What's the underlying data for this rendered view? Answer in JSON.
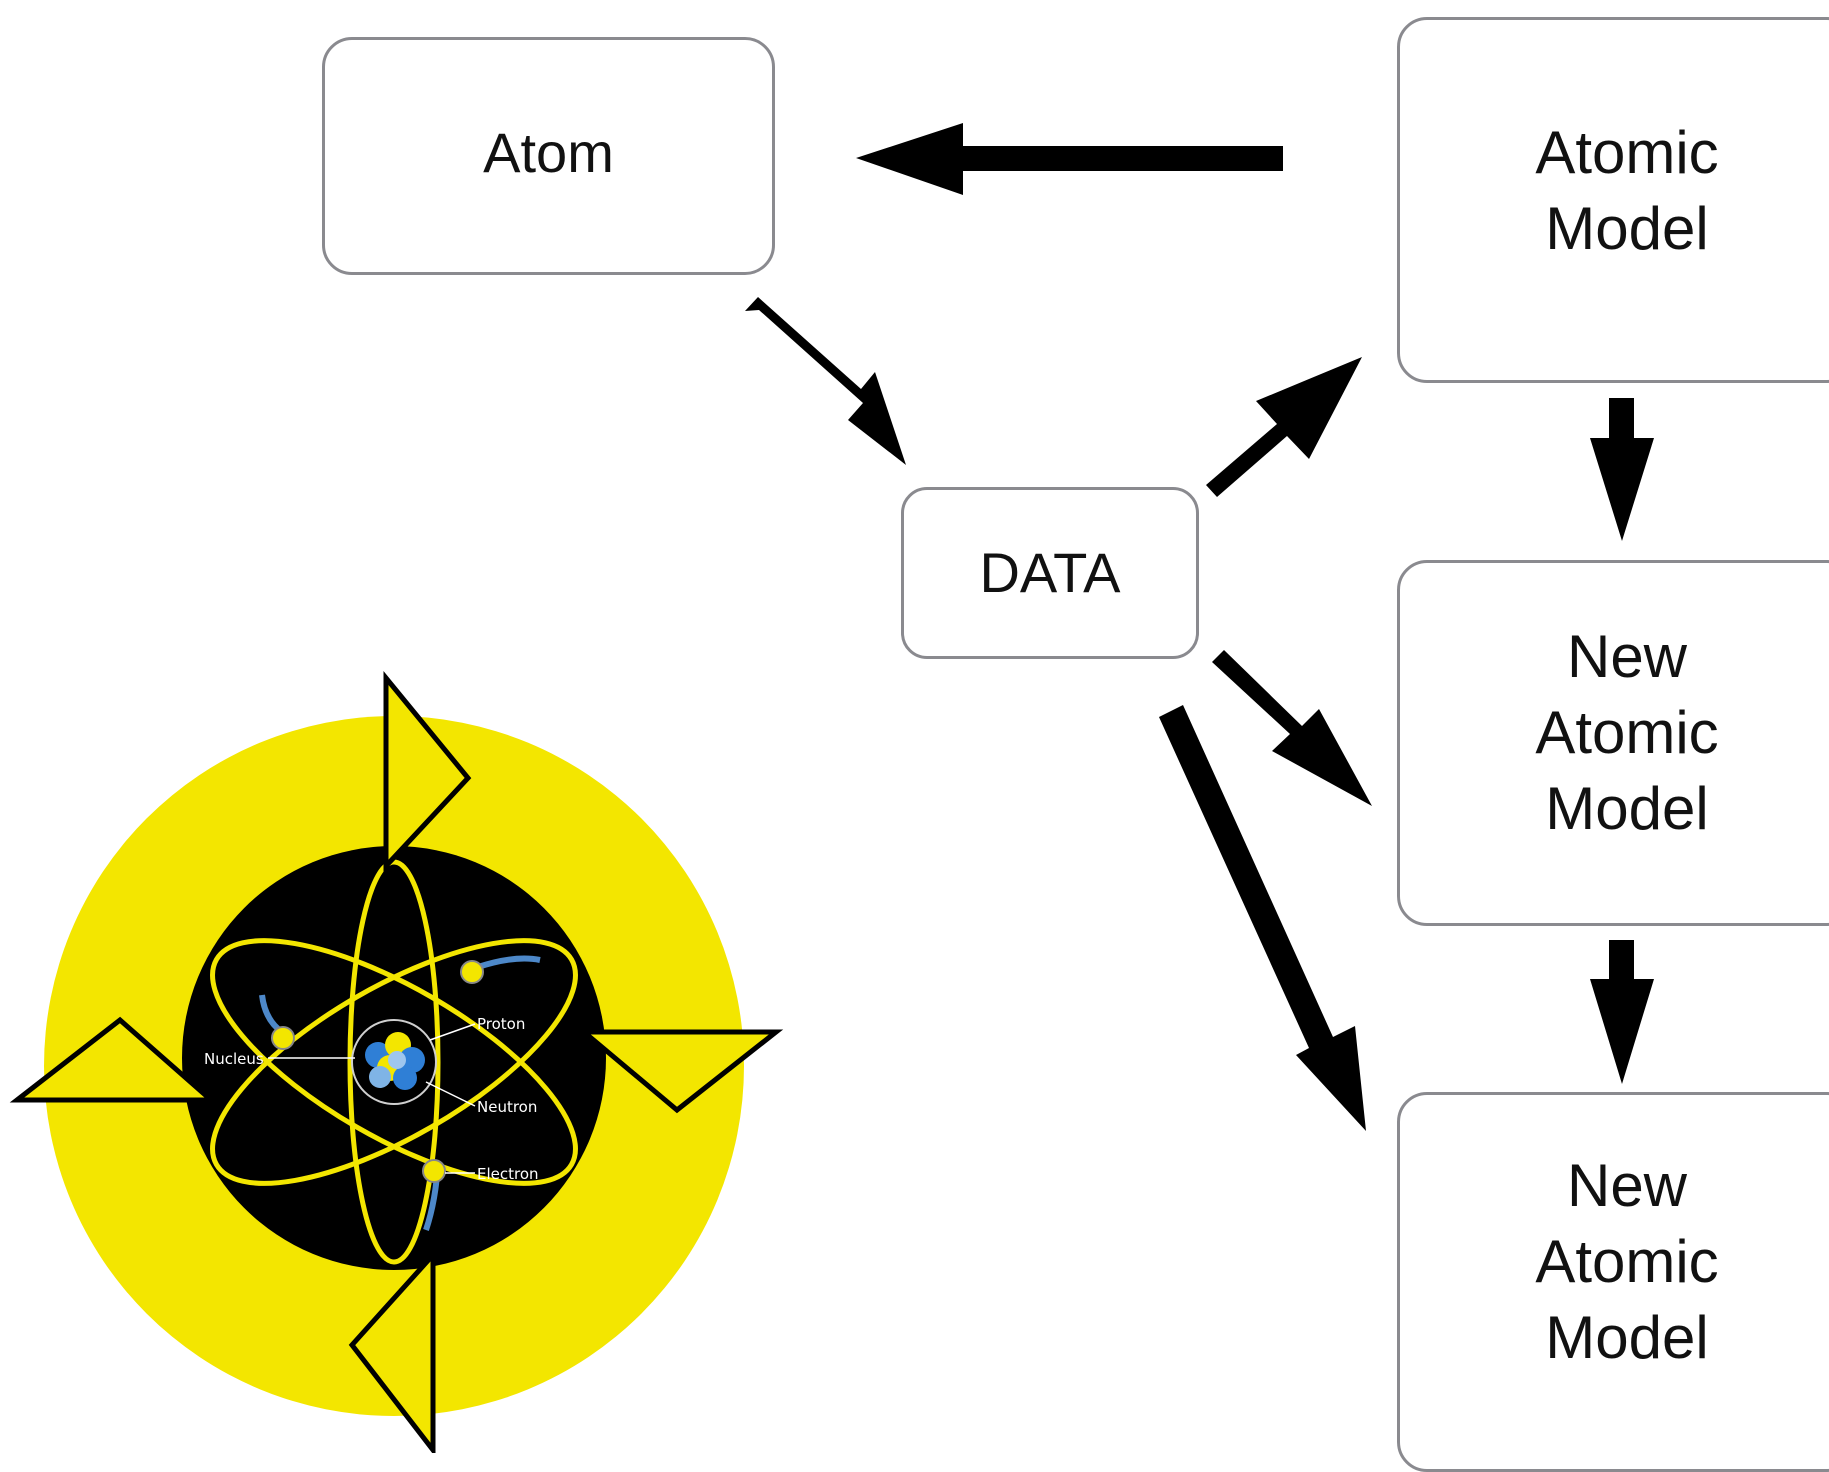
{
  "nodes": {
    "atom": {
      "lines": [
        "Atom"
      ]
    },
    "data": {
      "lines": [
        "DATA"
      ]
    },
    "atomic_model": {
      "lines": [
        "Atomic",
        "Model"
      ]
    },
    "new_atomic_model_1": {
      "lines": [
        "New",
        "Atomic",
        "Model"
      ]
    },
    "new_atomic_model_2": {
      "lines": [
        "New",
        "Atomic",
        "Model"
      ]
    }
  },
  "atom_illustration": {
    "labels": {
      "nucleus": "Nucleus",
      "proton": "Proton",
      "neutron": "Neutron",
      "electron": "Electron"
    },
    "colors": {
      "ring": "#f3e600",
      "core": "#000000",
      "orbit": "#f3e600",
      "nucleus_blue": "#2f7fd6",
      "nucleus_yellow": "#f3e600"
    }
  },
  "edges": [
    {
      "from": "atomic_model",
      "to": "atom"
    },
    {
      "from": "atom",
      "to": "data"
    },
    {
      "from": "data",
      "to": "atomic_model"
    },
    {
      "from": "atomic_model",
      "to": "new_atomic_model_1"
    },
    {
      "from": "data",
      "to": "new_atomic_model_1"
    },
    {
      "from": "new_atomic_model_1",
      "to": "new_atomic_model_2"
    },
    {
      "from": "data",
      "to": "new_atomic_model_2"
    }
  ]
}
